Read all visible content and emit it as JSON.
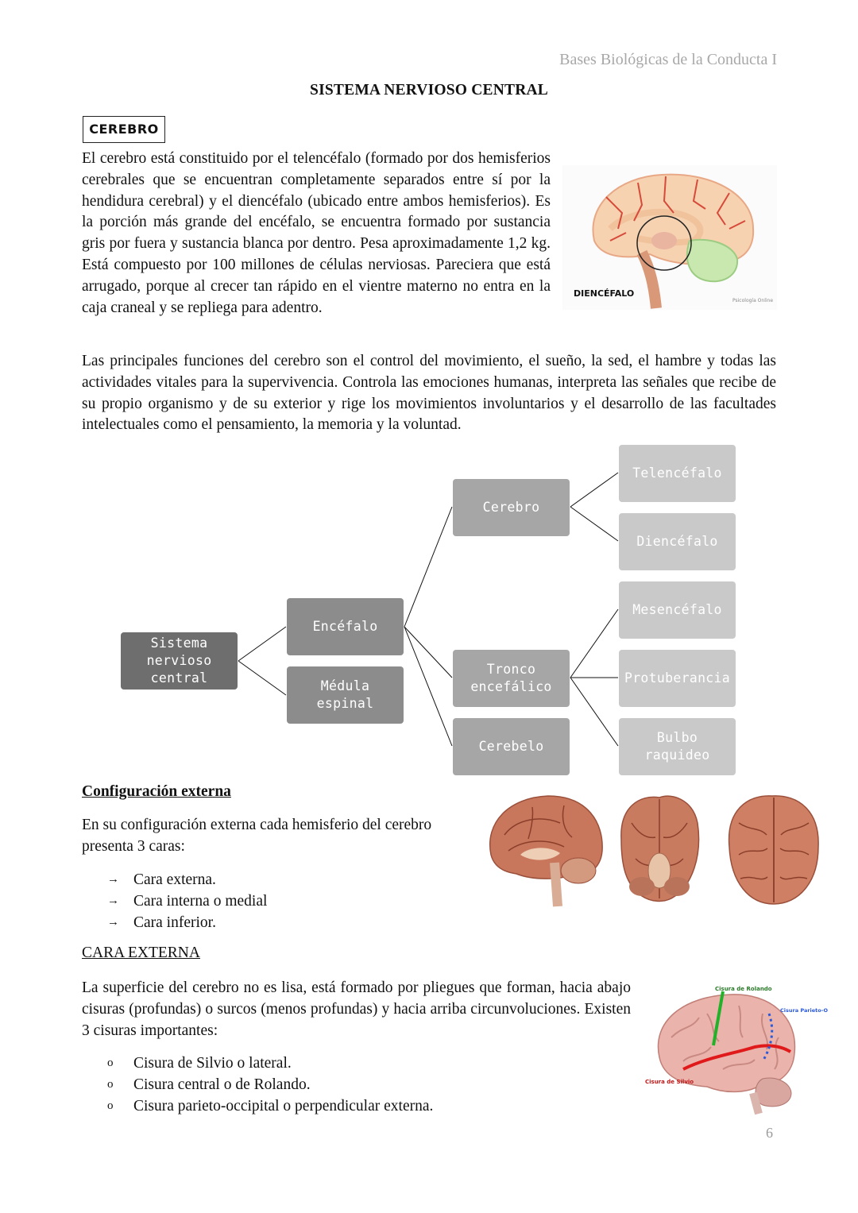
{
  "header": {
    "running_title": "Bases Biológicas de la Conducta I"
  },
  "page_title": "SISTEMA NERVIOSO CENTRAL",
  "section_box": "CEREBRO",
  "paragraphs": {
    "intro": "El cerebro está constituido por el telencéfalo (formado por dos hemisferios cerebrales que se encuentran completamente separados entre sí por la hendidura cerebral) y el diencéfalo (ubicado entre ambos hemisferios). Es la porción más grande del encéfalo, se encuentra formado por sustancia gris por fuera y sustancia blanca por dentro. Pesa aproximadamente 1,2 kg. Está compuesto por 100 millones de células nerviosas. Pareciera que está arrugado, porque al crecer tan rápido en el vientre materno no entra en la caja craneal y se repliega para adentro.",
    "functions": "Las principales funciones del cerebro son el control del movimiento, el sueño, la sed, el hambre y todas las actividades vitales para la supervivencia. Controla las emociones humanas, interpreta las señales que recibe de su propio organismo y de su exterior y rige los movimientos involuntarios y el desarrollo de las facultades intelectuales como el pensamiento, la memoria y la voluntad.",
    "config_text": "En su configuración externa cada hemisferio del cerebro presenta 3 caras:",
    "cara_text": "La superficie del cerebro no es lisa, está formado por pliegues que forman, hacia abajo cisuras (profundas) o surcos (menos profundas) y hacia arriba circunvoluciones. Existen 3 cisuras importantes:"
  },
  "figure1": {
    "label": "DIENCÉFALO",
    "credit": "Psicología Online"
  },
  "diagram": {
    "root": "Sistema nervioso central",
    "encefalo": "Encéfalo",
    "medula": "Médula espinal",
    "cerebro": "Cerebro",
    "tronco": "Tronco encefálico",
    "cerebelo": "Cerebelo",
    "telencefalo": "Telencéfalo",
    "diencefalo": "Diencéfalo",
    "mesencefalo": "Mesencéfalo",
    "protuberancia": "Protuberancia",
    "bulbo": "Bulbo raquideo"
  },
  "config_heading": "Configuración externa",
  "caras": [
    "Cara externa.",
    "Cara interna o medial",
    "Cara inferior."
  ],
  "cara_bullet": "→",
  "cara_externa_heading": "CARA EXTERNA",
  "cisuras": [
    "Cisura de Silvio o lateral.",
    "Cisura central o de Rolando.",
    "Cisura parieto-occipital o perpendicular externa."
  ],
  "cisura_bullet": "o",
  "figure3": {
    "label_rolando": "Cisura de Rolando",
    "label_parieto": "Cisura Parieto-Occipital",
    "label_silvio": "Cisura de Silvio"
  },
  "page_number": "6",
  "colors": {
    "node_root": "#6e6e6e",
    "node_level1": "#8c8c8c",
    "node_level2": "#a6a6a6",
    "node_level3": "#c9c9c9"
  }
}
